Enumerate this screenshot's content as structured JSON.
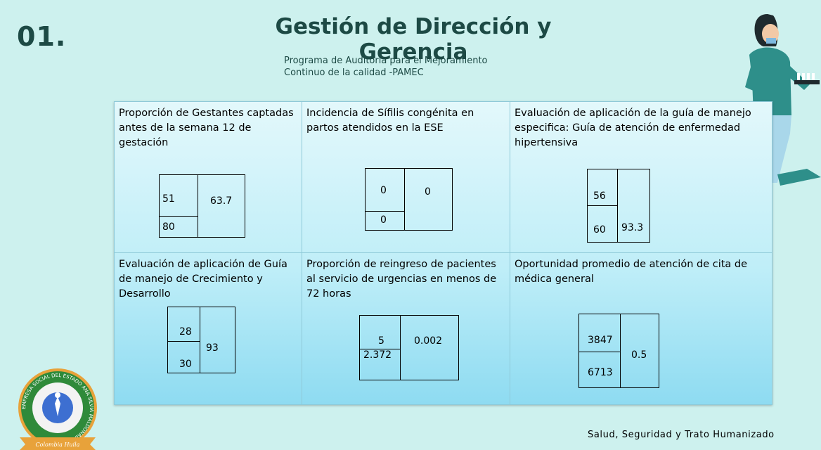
{
  "slide_number": "01.",
  "title": "Gestión de Dirección y Gerencia",
  "subtitle": {
    "line1": "Programa de Auditoria para el Mejoramiento",
    "line2": "Continuo de la calidad -PAMEC"
  },
  "indicators": [
    {
      "title": "Proporción de Gestantes captadas antes de la semana 12 de gestación",
      "numerator": "51",
      "denominator": "80",
      "result": "63.7"
    },
    {
      "title": "Incidencia de Sífilis congénita en partos atendidos en la ESE",
      "numerator": "0",
      "denominator": "0",
      "result": "0"
    },
    {
      "title": "Evaluación de aplicación de la guía de manejo especifica: Guía de atención de enfermedad hipertensiva",
      "numerator": "56",
      "denominator": "60",
      "result": "93.3"
    },
    {
      "title": "Evaluación de aplicación de Guía de manejo de Crecimiento y Desarrollo",
      "numerator": "28",
      "denominator": "30",
      "result": "93"
    },
    {
      "title": "Proporción de reingreso de pacientes al servicio de urgencias en menos de 72 horas",
      "numerator": "5",
      "denominator": "2.372",
      "result": "0.002"
    },
    {
      "title": "Oportunidad promedio de atención de cita de médica general",
      "numerator": "3847",
      "denominator": "6713",
      "result": "0.5"
    }
  ],
  "footer": "Salud, Seguridad y Trato Humanizado",
  "logo": {
    "ring_text": "EMPRESA SOCIAL DEL ESTADO ANA SILVIA MALDONADO JIMÉNEZ",
    "ribbon_text": "Colombia Huila"
  },
  "colors": {
    "background": "#cdf1ee",
    "title": "#1d4a45",
    "grid_border": "#8ec9d8"
  }
}
